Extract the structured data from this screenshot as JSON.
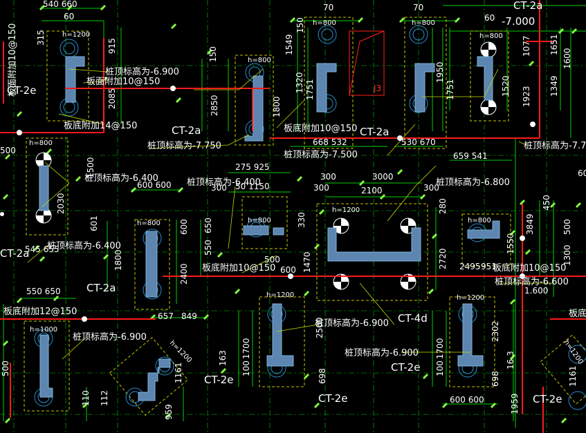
{
  "drawing": {
    "annotations": {
      "pile_top_6900_a": "桩顶标高为-6.900",
      "slab_face_10_150": "板面附加10@150",
      "slab_bottom_14_150": "板底附加14@150",
      "pile_top_7750": "桩顶标高为-7.750",
      "pile_top_7500": "桩顶标高为-7.500",
      "pile_top_6400_a": "桩顶标高为-6.400",
      "pile_top_6400_b": "桩顶标高为-6.400",
      "pile_top_6800": "桩顶标高为-6.800",
      "pile_top_6400_c": "桩顶标高为-6.400",
      "slab_bottom_10_150_a": "板底附加10@150",
      "slab_bottom_10_150_b": "板底附加10@150",
      "slab_bottom_10_150_c": "板底附加10@150",
      "slab_bottom_12_150": "板底附加12@150",
      "pile_top_6900_b": "桩顶标高为-6.900",
      "pile_top_6900_c": "桩顶标高为-6.900",
      "pile_top_6900_d": "桩顶标高为-6.900",
      "pile_top_6600": "桩顶标高为-6.600",
      "pile_top_77_edge": "桩顶标高为-7.7",
      "slab_bottom_edge": "板底",
      "slab_face_edge": "板面附加10@150"
    },
    "caps": {
      "ct2a_top": "CT-2a",
      "ct2a_top_elev": "-7.000",
      "ct2a_mid": "CT-2a",
      "ct2a_mid2": "CT-2a",
      "ct2a_left": "CT-2a",
      "ct2e_left": "CT-2e",
      "ct2e_mid": "CT-2e",
      "ct2e_right": "CT-2e",
      "ct2e_far": "CT-2e",
      "ct4d": "CT-4d",
      "ct2_edge": "CT-2e",
      "ct_left_edge": "CT-2a"
    },
    "heights": {
      "h1200_a": "h=1200",
      "h800_a": "h=800",
      "h800_b": "h=800",
      "h800_c": "h=800",
      "h800_d": "h=800",
      "h800_e": "h=800",
      "h800_f": "h=800",
      "h800_g": "h=800",
      "h1200_b": "h=1200",
      "h1200_c": "h=1200",
      "h1200_d": "h=1200",
      "h1000": "h=1000",
      "h1200_e": "h=1200",
      "h1200_f": "h=1200"
    },
    "dims": {
      "d540_660": "540 660",
      "d60_a": "60",
      "d315": "315",
      "d915": "915",
      "d2085": "2085",
      "d150_a": "150",
      "d1549": "1549",
      "d70_a": "70",
      "d70_b": "70",
      "d150_b": "150",
      "d60_b": "60",
      "d2850": "2850",
      "d1800": "1800",
      "d1320": "1320",
      "d1950": "1950",
      "d1751_a": "1751",
      "d1751_b": "1751",
      "d1520": "1520",
      "d1923": "1923",
      "d1349": "1349",
      "d1077": "1077",
      "d1651": "1651",
      "d1600": "1600",
      "d668_532": "668 532",
      "d530_670": "530 670",
      "d659_541": "659 541",
      "d275_925": "275 925",
      "d300_a": "300",
      "d3000": "3000",
      "d2100": "2100",
      "d300_b": "300",
      "d300_c": "300",
      "d600_600_a": "600 600",
      "d50_1150": "50  1150",
      "d330": "330",
      "d1470": "1470",
      "d2720": "2720",
      "d280": "280",
      "d450": "450",
      "d500_a": "500",
      "d1300": "1300",
      "d600_a": "600",
      "d650": "650",
      "d550_a": "550",
      "d601": "601",
      "d545_655": "545 655",
      "d1800_b": "1800",
      "d2400": "2400",
      "d500_b": "500",
      "d600_b": "600",
      "d2495": "2495",
      "d951": "951",
      "d550_650": "550 650",
      "d657": "657",
      "d849": "849",
      "d1700_a": "1700",
      "d100_a": "100",
      "d2302": "2302",
      "d1700_b": "1700",
      "d100_b": "100",
      "d698_a": "698",
      "d698_b": "698",
      "d1959": "1959",
      "d600_600_b": "600 600",
      "d1161_a": "1161",
      "d1161_b": "1161",
      "d959": "959",
      "d112": "112",
      "d110": "110",
      "d163": "163",
      "d163_b": "16.3",
      "d500_c": "500",
      "d2500": "2500",
      "d3849": "3849",
      "d1550": "1550",
      "d1500": "1500",
      "d2030": "2030",
      "d1600_b": "1.600",
      "d300_d": "300",
      "d500_d": "500",
      "d600_c": "600"
    },
    "markers": {
      "j3": "J3"
    }
  }
}
